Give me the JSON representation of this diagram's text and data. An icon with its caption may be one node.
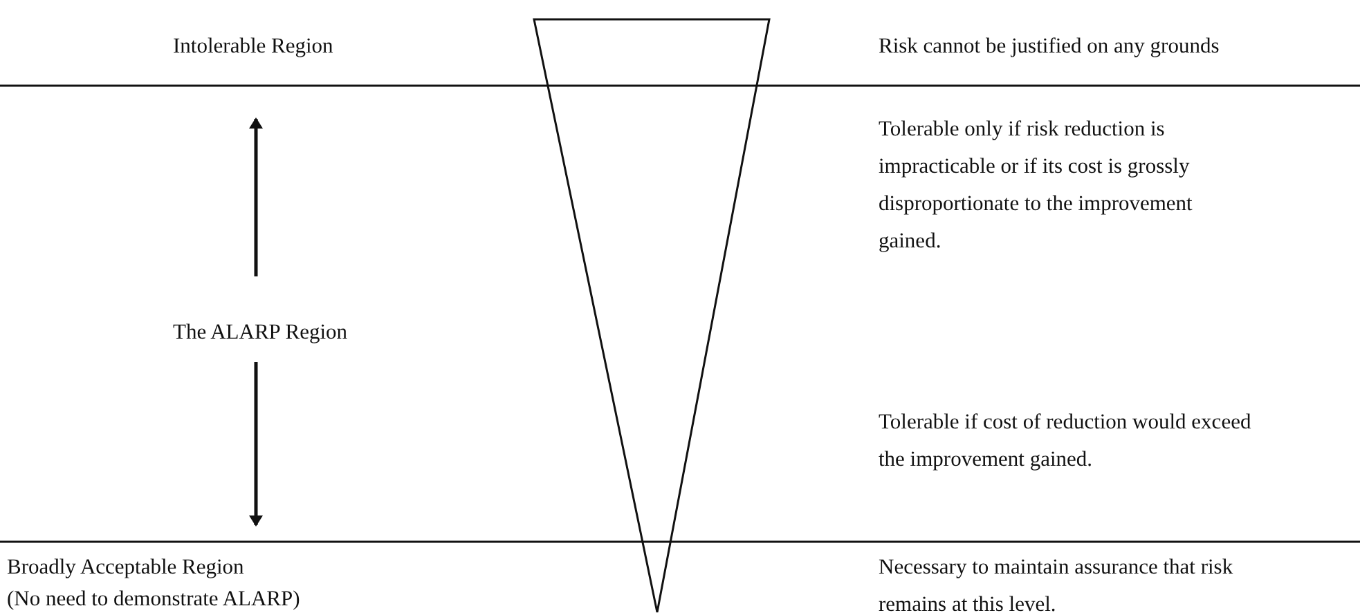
{
  "diagram": {
    "nodes": [
      {
        "text": [],
        "shape": "triangle"
      }
    ],
    "labels": [
      "Intolerable Region",
      "Risk cannot be justified on any grounds",
      "Tolerable only if risk reduction is impracticable or if its cost is grossly disproportionate to the improvement gained.",
      "The ALARP Region",
      "Tolerable if cost of reduction would exceed the improvement gained.",
      "Broadly Acceptable Region",
      "(No need to demonstrate ALARP)",
      "Necessary to maintain assurance that risk remains at this level."
    ]
  }
}
